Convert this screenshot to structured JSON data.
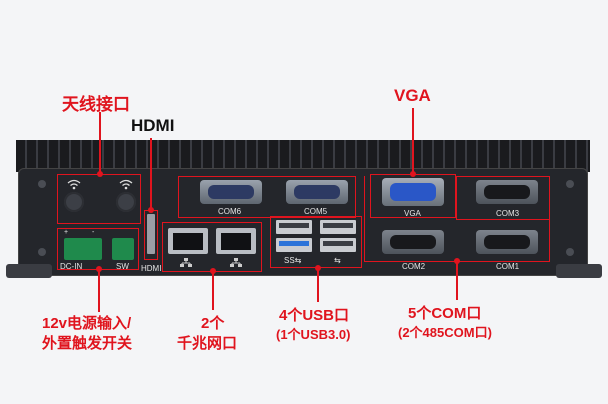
{
  "callouts": {
    "antenna": "天线接口",
    "hdmi_top": "HDMI",
    "vga_top": "VGA",
    "power_l1": "12v电源输入/",
    "power_l2": "外置触发开关",
    "lan_l1": "2个",
    "lan_l2": "千兆网口",
    "usb_l1": "4个USB口",
    "usb_l2": "(1个USB3.0)",
    "com_l1": "5个COM口",
    "com_l2": "(2个485COM口)"
  },
  "port_labels": {
    "com6": "COM6",
    "com5": "COM5",
    "vga": "VGA",
    "com3": "COM3",
    "com2": "COM2",
    "com1": "COM1",
    "hdmi": "HDMI",
    "dcin": "DC-IN",
    "sw": "SW",
    "plus": "+",
    "minus": "-",
    "usb_ss": "SS⇆",
    "usb": "⇆"
  },
  "colors": {
    "accent": "#e0141e",
    "chassis": "#24262b",
    "connector_green": "#1f8a4c",
    "vga_blue": "#2a57c7",
    "usb3_blue": "#2b73d9"
  },
  "icons": [
    "wifi-icon",
    "network-icon",
    "usb-icon"
  ]
}
